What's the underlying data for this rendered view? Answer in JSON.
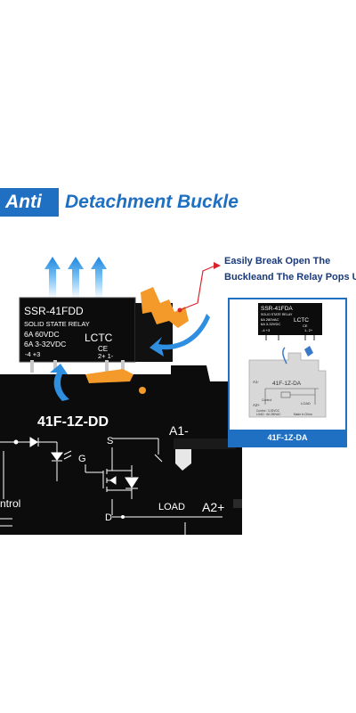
{
  "banner": {
    "highlight": "Anti",
    "title": "Detachment Buckle"
  },
  "callout": {
    "line1": "Easily Break Open The",
    "line2": "Buckleand The Relay Pops Up"
  },
  "relay_main": {
    "model": "SSR-41FDD",
    "type": "SOLID STATE RELAY",
    "spec_line1": "6A  60VDC",
    "spec_line2": "6A 3-32VDC",
    "brand": "LCTC",
    "ce": "CE",
    "pins_left": "-4  +3",
    "pins_right": "2+  1-"
  },
  "base": {
    "model": "41F-1Z-DD",
    "terminal_a1": "A1-",
    "terminal_a2": "A2+",
    "label_s": "S",
    "label_g": "G",
    "label_d": "D",
    "label_load": "LOAD",
    "label_control": "ntrol"
  },
  "panel": {
    "relay_model": "SSR-41FDA",
    "relay_type": "SOLID STATE RELAY",
    "relay_spec1": "6A 280VAC",
    "relay_spec2": "6A 3-32VDC",
    "relay_brand": "LCTC",
    "relay_ce": "CE",
    "relay_pins_left": "-4  +3",
    "relay_pins_right": "1-  2+",
    "base_model": "41F-1Z-DA",
    "base_a1": "A1-",
    "base_a2": "A2+",
    "base_load": "LOAD",
    "base_control": "Control",
    "base_info1": "Control : 3-32VDC",
    "base_info2": "LOAD : 6A 250VAC",
    "base_made": "Made in China",
    "footer": "41F-1Z-DA"
  },
  "colors": {
    "brand_blue": "#1f6fc2",
    "arrow_blue": "#2e8fe0",
    "buckle_orange": "#f39a2a",
    "callout_red": "#d9232a",
    "relay_black": "#0c0c0c"
  }
}
